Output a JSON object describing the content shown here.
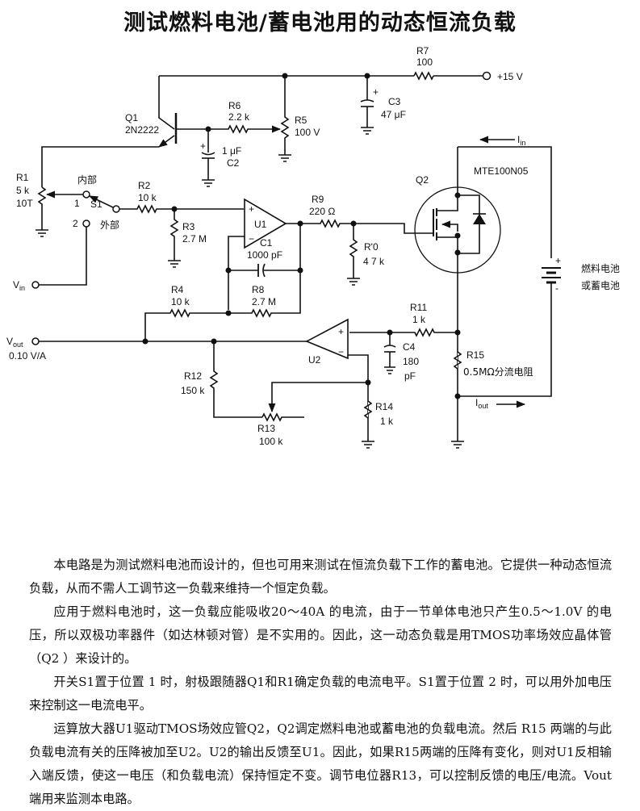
{
  "title": "测试燃料电池/蓄电池用的动态恒流负载",
  "schematic": {
    "components": {
      "q1": {
        "ref": "Q1",
        "value": "2N2222"
      },
      "q2": {
        "ref": "Q2",
        "value": "MTE100N05"
      },
      "r1": {
        "ref": "R1",
        "value": "5 k",
        "extra": "10T"
      },
      "r2": {
        "ref": "R2",
        "value": "10 k"
      },
      "r3": {
        "ref": "R3",
        "value": "2.7 M"
      },
      "r4": {
        "ref": "R4",
        "value": "10 k"
      },
      "r5": {
        "ref": "R5",
        "value": "100 V"
      },
      "r6": {
        "ref": "R6",
        "value": "2.2 k"
      },
      "r7": {
        "ref": "R7",
        "value": "100"
      },
      "r8": {
        "ref": "R8",
        "value": "2.7 M"
      },
      "r9": {
        "ref": "R9",
        "value": "220 Ω"
      },
      "r10": {
        "ref": "R'0",
        "value": "4 7 k"
      },
      "r11": {
        "ref": "R11",
        "value": "1 k"
      },
      "r12": {
        "ref": "R12",
        "value": "150 k"
      },
      "r13": {
        "ref": "R13",
        "value": "100 k"
      },
      "r14": {
        "ref": "R14",
        "value": "1 k"
      },
      "r15": {
        "ref": "R15",
        "value": "0.5MΩ分流电阻"
      },
      "c1": {
        "ref": "C1",
        "value": "1000 pF"
      },
      "c2": {
        "ref": "C2",
        "value": "1 μF"
      },
      "c3": {
        "ref": "C3",
        "value": "47 μF"
      },
      "c4": {
        "ref": "C4",
        "value": "180",
        "unit": "pF"
      },
      "u1": {
        "ref": "U1"
      },
      "u2": {
        "ref": "U2"
      },
      "s1": {
        "ref": "S1",
        "pos1_num": "1",
        "pos1_label": "内部",
        "pos2_num": "2",
        "pos2_label": "外部"
      }
    },
    "terminals": {
      "supply": "+15 V",
      "vin": "V",
      "vin_sub": "in",
      "vout": "V",
      "vout_sub": "out",
      "vout_scale": "0.10 V/A",
      "iin": "I",
      "iin_sub": "in",
      "iout": "I",
      "iout_sub": "out",
      "battery_line1": "燃料电池",
      "battery_line2": "或蓄电池",
      "plus": "+",
      "minus": "-"
    }
  },
  "description": [
    "本电路是为测试燃料电池而设计的，但也可用来测试在恒流负载下工作的蓄电池。它提供一种动态恒流负载，从而不需人工调节这一负载来维持一个恒定负载。",
    "应用于燃料电池时，这一负载应能吸收20～40A 的电流，由于一节单体电池只产生0.5～1.0V 的电压，所以双极功率器件（如达林顿对管）是不实用的。因此，这一动态负载是用TMOS功率场效应晶体管（Q2 ）来设计的。",
    "开关S1置于位置 1 时，射极跟随器Q1和R1确定负载的电流电平。S1置于位置 2 时，可以用外加电压来控制这一电流电平。",
    "运算放大器U1驱动TMOS场效应管Q2，Q2调定燃料电池或蓄电池的负载电流。然后 R15 两端的与此负载电流有关的压降被加至U2。U2的输出反馈至U1。因此，如果R15两端的压降有变化，则对U1反相输入端反馈，使这一电压（和负载电流）保持恒定不变。调节电位器R13，可以控制反馈的电压/电流。Vout端用来监测本电路。"
  ]
}
